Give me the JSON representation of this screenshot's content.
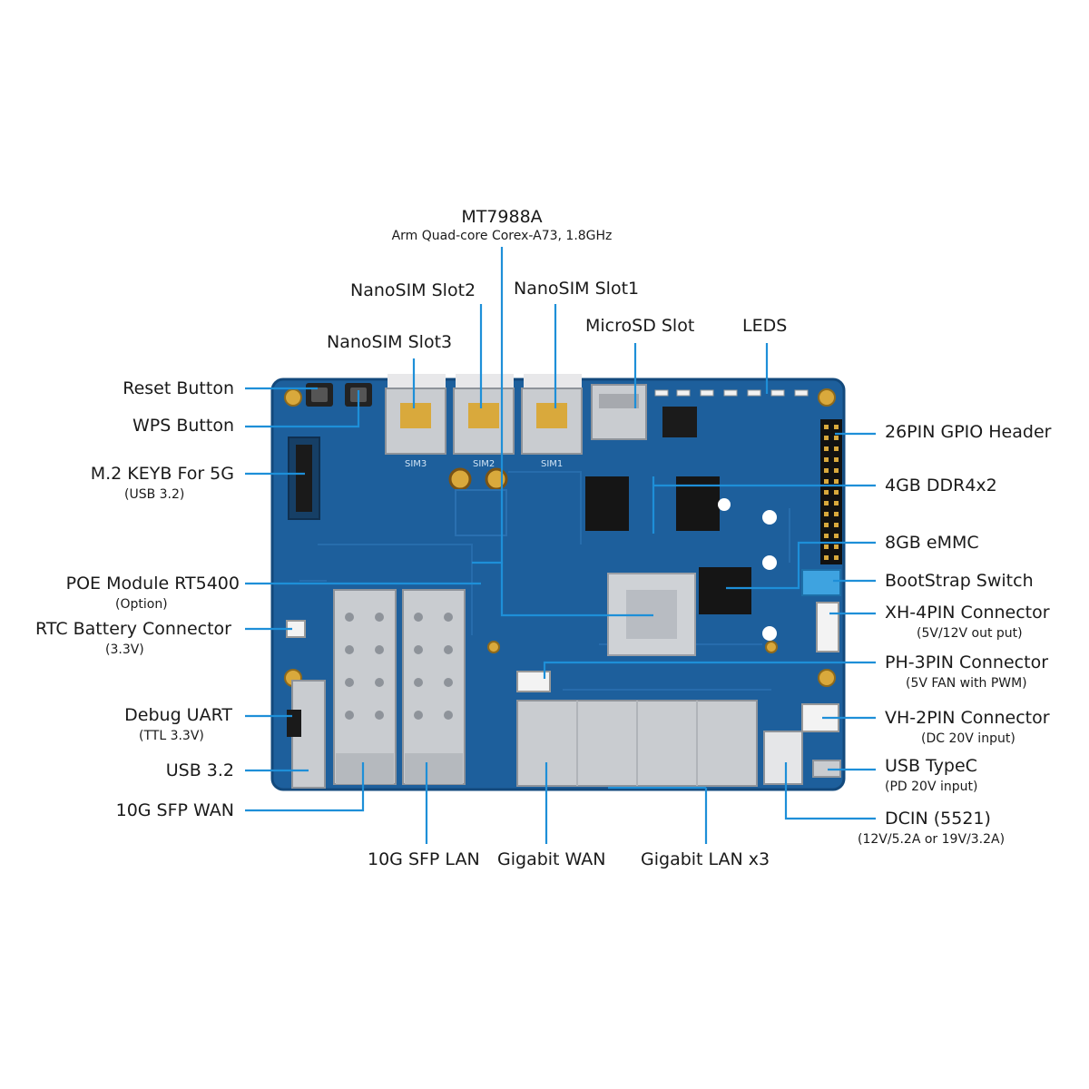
{
  "diagram": {
    "chip": {
      "name": "MT7988A",
      "detail": "Arm Quad-core Corex-A73, 1.8GHz"
    },
    "top_labels": {
      "nanosim_slot2": "NanoSIM Slot2",
      "nanosim_slot1": "NanoSIM Slot1",
      "nanosim_slot3": "NanoSIM Slot3",
      "microsd_slot": "MicroSD Slot",
      "leds": "LEDS"
    },
    "left_labels": {
      "reset_button": "Reset Button",
      "wps_button": "WPS Button",
      "m2_keyb": "M.2 KEYB For 5G",
      "m2_keyb_sub": "(USB 3.2)",
      "poe_module": "POE Module RT5400",
      "poe_module_sub": "(Option)",
      "rtc_battery": "RTC Battery Connector",
      "rtc_battery_sub": "(3.3V)",
      "debug_uart": "Debug UART",
      "debug_uart_sub": "(TTL 3.3V)",
      "usb32": "USB 3.2",
      "sfp_wan": "10G SFP WAN"
    },
    "right_labels": {
      "gpio_header": "26PIN GPIO Header",
      "ddr": "4GB DDR4x2",
      "emmc": "8GB eMMC",
      "bootstrap": "BootStrap Switch",
      "xh4pin": "XH-4PIN Connector",
      "xh4pin_sub": "(5V/12V out put)",
      "ph3pin": "PH-3PIN Connector",
      "ph3pin_sub": "(5V FAN with PWM)",
      "vh2pin": "VH-2PIN Connector",
      "vh2pin_sub": "(DC 20V input)",
      "usb_typec": "USB TypeC",
      "usb_typec_sub": "(PD 20V input)",
      "dcin": "DCIN (5521)",
      "dcin_sub": "(12V/5.2A or 19V/3.2A)"
    },
    "bottom_labels": {
      "sfp_lan": "10G SFP LAN",
      "gigabit_wan": "Gigabit WAN",
      "gigabit_lan": "Gigabit LAN x3"
    },
    "silkscreen": {
      "sim3": "SIM3",
      "sim2": "SIM2",
      "sim1": "SIM1"
    },
    "colors": {
      "pcb": "#1d5f9c",
      "pcb_dark": "#164e84",
      "leader": "#1e8fd8",
      "pad": "#d9a93c",
      "metal": "#c9ccd0"
    }
  }
}
